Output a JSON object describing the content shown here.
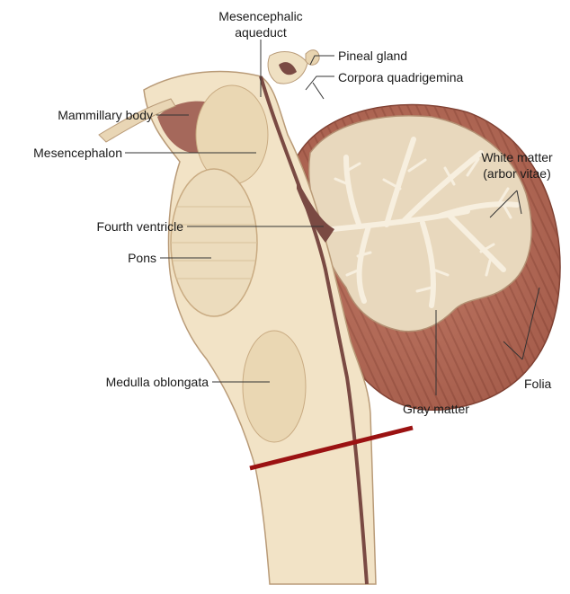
{
  "figure": {
    "labels": {
      "mesencephalic_aqueduct_line1": "Mesencephalic",
      "mesencephalic_aqueduct_line2": "aqueduct",
      "pineal_gland": "Pineal gland",
      "corpora_quadrigemina": "Corpora quadrigemina",
      "mammillary_body": "Mammillary body",
      "mesencephalon": "Mesencephalon",
      "white_matter_line1": "White matter",
      "white_matter_line2": "(arbor vitae)",
      "fourth_ventricle": "Fourth ventricle",
      "pons": "Pons",
      "medulla_oblongata": "Medulla oblongata",
      "folia": "Folia",
      "gray_matter": "Gray matter"
    },
    "colors": {
      "brainstem": "#f2e3c6",
      "brainstem_shade": "#e3cfa6",
      "cerebellum": "#b96e5a",
      "cerebellum_dark": "#8f4a3b",
      "gray_matter": "#e8d8bd",
      "white_matter": "#f7efdf",
      "ventricle": "#7a4a43",
      "cut_line": "#9b1212"
    }
  }
}
